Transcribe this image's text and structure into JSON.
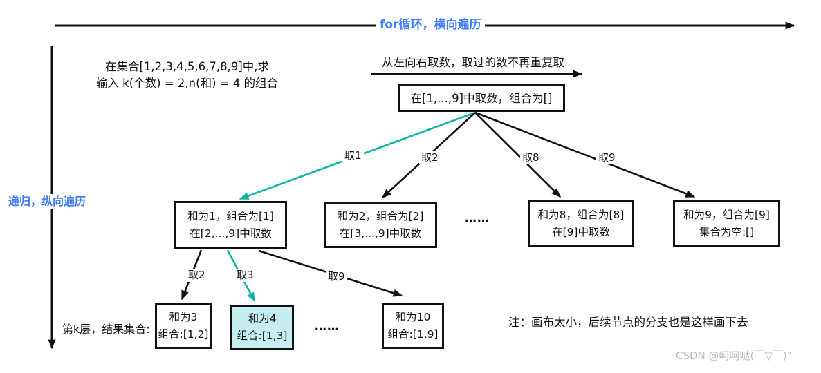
{
  "colors": {
    "accent_blue": "#3f7cf5",
    "teal": "#0eb3a8",
    "leaf_highlight": "#c6edf0",
    "line_black": "#111111",
    "watermark_gray": "#bcbcbc"
  },
  "top_arrow": {
    "label": "for循环，横向遍历"
  },
  "left_arrow": {
    "label": "递归，纵向遍历"
  },
  "problem": {
    "line1": "在集合[1,2,3,4,5,6,7,8,9]中,求",
    "line2": "输入 k(个数) = 2,n(和) = 4 的组合"
  },
  "pick_arrow": {
    "label": "从左向右取数，取过的数不再重复取"
  },
  "root": {
    "text": "在[1,...,9]中取数，组合为[]"
  },
  "level1_branches": [
    "取1",
    "取2",
    "取8",
    "取9"
  ],
  "level1_nodes": [
    {
      "line1": "和为1，组合为[1]",
      "line2": "在[2,...,9]中取数"
    },
    {
      "line1": "和为2，组合为[2]",
      "line2": "在[3,...,9]中取数"
    },
    {
      "line1": "和为8，组合为[8]",
      "line2": "在[9]中取数"
    },
    {
      "line1": "和为9，组合为[9]",
      "line2": "集合为空:[]"
    }
  ],
  "ellipsis_level1": "……",
  "level2_branches": [
    "取2",
    "取3",
    "取9"
  ],
  "klayer_label": "第k层，结果集合:",
  "leaf_nodes": [
    {
      "line1": "和为3",
      "line2": "组合:[1,2]"
    },
    {
      "line1": "和为4",
      "line2": "组合:[1,3]"
    },
    {
      "line1": "和为10",
      "line2": "组合:[1,9]"
    }
  ],
  "ellipsis_leaf": "……",
  "note": "注：画布太小，后续节点的分支也是这样画下去",
  "watermark": "CSDN @呵呵哒(￣▽￣)\""
}
